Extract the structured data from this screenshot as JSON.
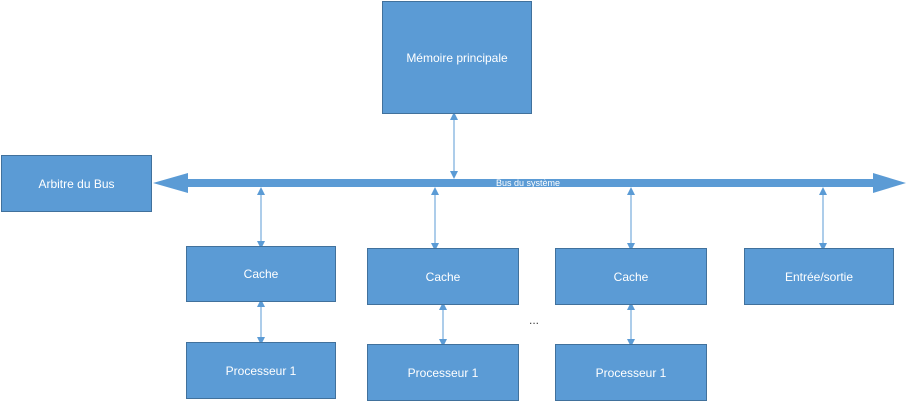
{
  "colors": {
    "box_fill": "#5b9bd5",
    "box_border": "#41719c",
    "arrow": "#5b9bd5"
  },
  "memory": {
    "label": "Mémoire principale"
  },
  "arbiter": {
    "label": "Arbitre du Bus"
  },
  "bus": {
    "label": "Bus du système"
  },
  "caches": [
    {
      "label": "Cache"
    },
    {
      "label": "Cache"
    },
    {
      "label": "Cache"
    }
  ],
  "io": {
    "label": "Entrée/sortie"
  },
  "processors": [
    {
      "label": "Processeur 1"
    },
    {
      "label": "Processeur 1"
    },
    {
      "label": "Processeur 1"
    }
  ],
  "ellipsis": "..."
}
